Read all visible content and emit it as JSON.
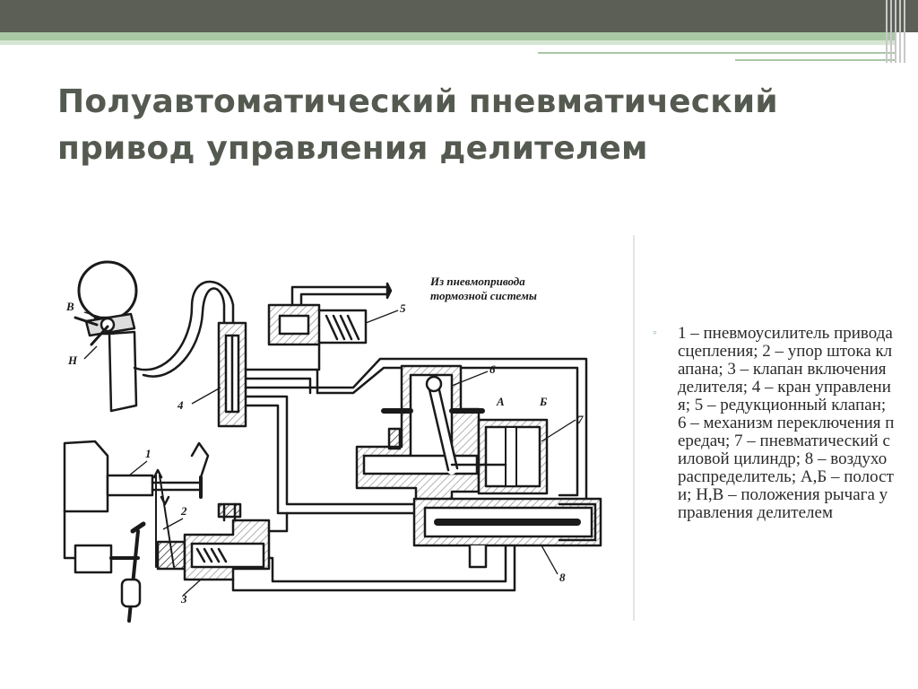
{
  "slide": {
    "title": "Полуавтоматический пневматический привод управления делителем"
  },
  "diagram": {
    "source_note_line1": "Из пневмопривода",
    "source_note_line2": "тормозной системы",
    "labels": [
      "1",
      "2",
      "3",
      "4",
      "5",
      "6",
      "7",
      "8",
      "А",
      "Б",
      "В",
      "Н"
    ]
  },
  "legend": {
    "bullet": "◦",
    "text": "1 – пневмоусилитель привода сцепления; 2 – упор штока клапана; 3 – клапан включения делителя; 4 – кран управления; 5 – редукционный клапан; 6 – механизм переключения передач;  7 – пневматический силовой цилиндр; 8 – воздухораспределитель; А,Б – полости; Н,В – положения рычага управления делителем"
  }
}
